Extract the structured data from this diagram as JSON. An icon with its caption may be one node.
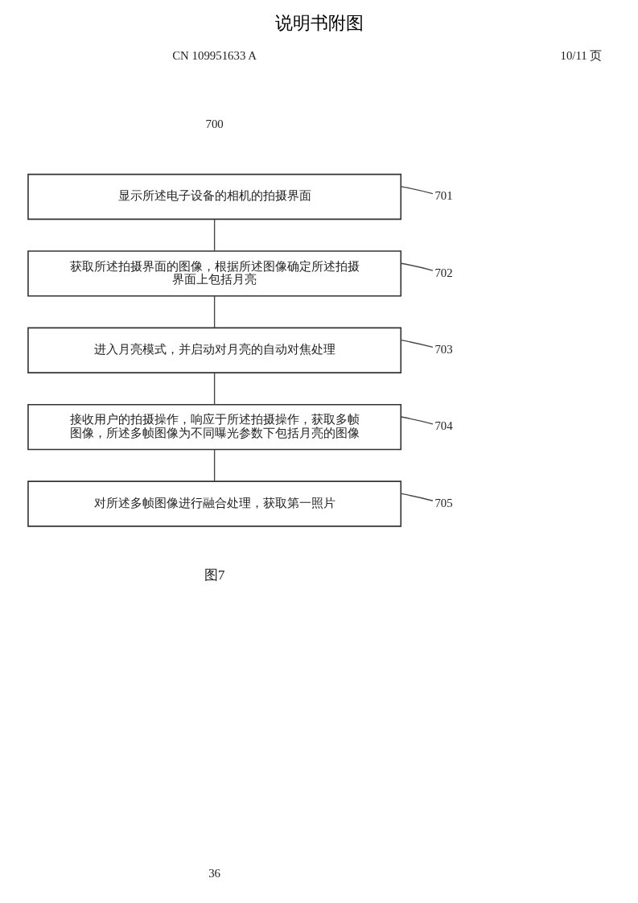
{
  "diagram": {
    "title": "说明书附图",
    "caption": "图7",
    "nodes": [
      {
        "text": [
          "显示所述电子设备的相机的拍摄界面"
        ]
      },
      {
        "text": [
          "701"
        ]
      },
      {
        "text": [
          "获取所述拍摄界面的图像，根据所述图像确定所述拍摄界面上包括月亮"
        ]
      },
      {
        "text": [
          "702"
        ]
      },
      {
        "text": [
          "进入月亮模式，并启动对月亮的自动对焦处理"
        ]
      },
      {
        "text": [
          "703"
        ]
      },
      {
        "text": [
          "接收用户的拍摄操作，响应于所述拍摄操作，获取多帧图像，所述多帧图像为不同曝光参数下包括月亮的图像"
        ]
      },
      {
        "text": [
          "704"
        ]
      },
      {
        "text": [
          "对所述多帧图像进行融合处理，获取第一照片"
        ]
      },
      {
        "text": [
          "705"
        ]
      }
    ],
    "edges": [
      {
        "from": 1,
        "to": 0,
        "arrow": "none"
      },
      {
        "from": 0,
        "to": 2,
        "arrow": "none"
      },
      {
        "from": 3,
        "to": 2,
        "arrow": "none"
      },
      {
        "from": 2,
        "to": 4,
        "arrow": "none"
      },
      {
        "from": 5,
        "to": 4,
        "arrow": "none"
      },
      {
        "from": 4,
        "to": 6,
        "arrow": "none"
      },
      {
        "from": 7,
        "to": 6,
        "arrow": "none"
      },
      {
        "from": 6,
        "to": 8,
        "arrow": "none"
      },
      {
        "from": 9,
        "to": 8,
        "arrow": "none"
      }
    ],
    "labels": [
      "CN 109951633 A",
      "10/11 页",
      "700",
      "36"
    ]
  }
}
